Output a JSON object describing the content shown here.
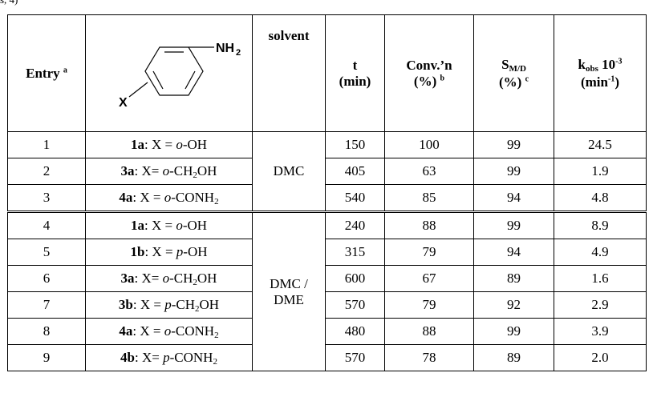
{
  "fragment_top": "s, 4)",
  "header": {
    "entry": "Entry",
    "entry_note": "a",
    "structure_sub": "NH",
    "structure_sub_index": "2",
    "structure_x": "X",
    "solvent": "solvent",
    "t": "t",
    "t_unit": "(min)",
    "conv": "Conv.’n",
    "conv_unit": "(%)",
    "conv_note": "b",
    "s": "S",
    "s_sub": "M/D",
    "s_unit": "(%)",
    "s_note": "c",
    "k": "k",
    "k_sub": "obs",
    "k_exp": "10",
    "k_exp_sup": "-3",
    "k_unit": "(min",
    "k_unit_sup": "-1",
    "k_unit_close": ")"
  },
  "groups": [
    {
      "solvent": "DMC",
      "rows": [
        {
          "entry": "1",
          "cmp": "1a",
          "x_pre": ": X = ",
          "pos": "o",
          "grp": "-OH",
          "grp_sub": "",
          "grp_tail": "",
          "t": "150",
          "conv": "100",
          "s": "99",
          "k": "24.5"
        },
        {
          "entry": "2",
          "cmp": "3a",
          "x_pre": ": X= ",
          "pos": "o",
          "grp": "-CH",
          "grp_sub": "2",
          "grp_tail": "OH",
          "t": "405",
          "conv": "63",
          "s": "99",
          "k": "1.9"
        },
        {
          "entry": "3",
          "cmp": "4a",
          "x_pre": ": X = ",
          "pos": "o",
          "grp": "-CONH",
          "grp_sub": "2",
          "grp_tail": "",
          "t": "540",
          "conv": "85",
          "s": "94",
          "k": "4.8"
        }
      ]
    },
    {
      "solvent": "DMC /",
      "solvent2": "DME",
      "rows": [
        {
          "entry": "4",
          "cmp": "1a",
          "x_pre": ": X = ",
          "pos": "o",
          "grp": "-OH",
          "grp_sub": "",
          "grp_tail": "",
          "t": "240",
          "conv": "88",
          "s": "99",
          "k": "8.9"
        },
        {
          "entry": "5",
          "cmp": "1b",
          "x_pre": ": X = ",
          "pos": "p",
          "grp": "-OH",
          "grp_sub": "",
          "grp_tail": "",
          "t": "315",
          "conv": "79",
          "s": "94",
          "k": "4.9"
        },
        {
          "entry": "6",
          "cmp": "3a",
          "x_pre": ": X= ",
          "pos": "o",
          "grp": "-CH",
          "grp_sub": "2",
          "grp_tail": "OH",
          "t": "600",
          "conv": "67",
          "s": "89",
          "k": "1.6"
        },
        {
          "entry": "7",
          "cmp": "3b",
          "x_pre": ": X = ",
          "pos": "p",
          "grp": "-CH",
          "grp_sub": "2",
          "grp_tail": "OH",
          "t": "570",
          "conv": "79",
          "s": "92",
          "k": "2.9"
        },
        {
          "entry": "8",
          "cmp": "4a",
          "x_pre": ": X = ",
          "pos": "o",
          "grp": "-CONH",
          "grp_sub": "2",
          "grp_tail": "",
          "t": "480",
          "conv": "88",
          "s": "99",
          "k": "3.9"
        },
        {
          "entry": "9",
          "cmp": "4b",
          "x_pre": ": X= ",
          "pos": "p",
          "grp": "-CONH",
          "grp_sub": "2",
          "grp_tail": "",
          "t": "570",
          "conv": "78",
          "s": "89",
          "k": "2.0"
        }
      ]
    }
  ]
}
